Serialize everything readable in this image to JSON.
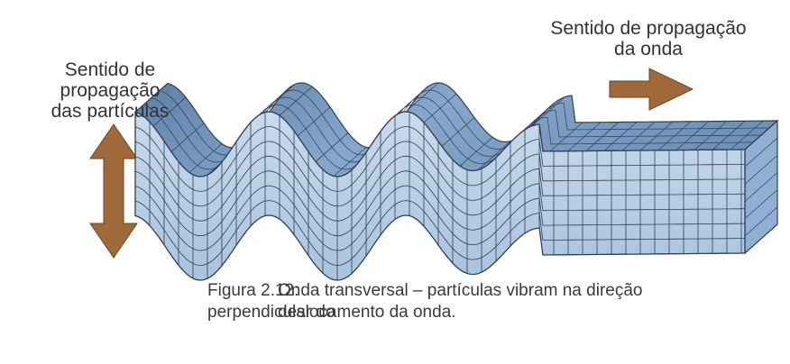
{
  "labels": {
    "particles_line1": "Sentido de",
    "particles_line2": "propagação",
    "particles_line3": "das partículas",
    "wave_line1": "Sentido de propagação",
    "wave_line2": "da onda"
  },
  "caption": {
    "prefix": "Figura 2.12:",
    "line1": "Onda transversal – partículas vibram na direção perpendicular do",
    "line2": "deslocamento da onda."
  },
  "colors": {
    "arrow_brown": "#a0693a",
    "face_light": "#b9d0e6",
    "top_face": "#7e9fc2",
    "grid_line": "#2e3f55"
  }
}
